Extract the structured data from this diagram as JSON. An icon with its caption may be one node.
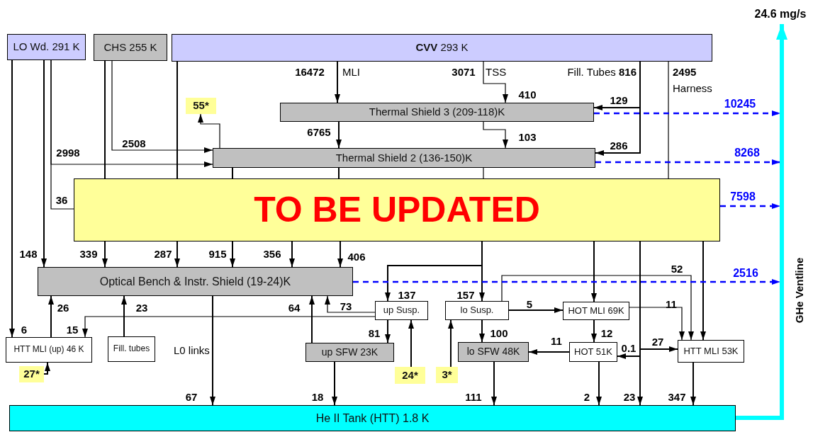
{
  "diagram": {
    "nodes": [
      {
        "text": [
          "LO Wd. 291 K"
        ]
      },
      {
        "text": [
          "CHS 255 K"
        ]
      },
      {
        "text": [
          "**CVV** 293 K"
        ]
      },
      {
        "text": [
          "Thermal Shield 3 (209-118)K"
        ]
      },
      {
        "text": [
          "Thermal Shield 2 (136-150)K"
        ]
      },
      {
        "text": [
          "TO BE UPDATED"
        ]
      },
      {
        "text": [
          "Optical Bench & Instr. Shield (19-24)K"
        ]
      },
      {
        "text": [
          "HTT MLI (up) 46 K"
        ]
      },
      {
        "text": [
          "Fill. tubes"
        ]
      },
      {
        "text": [
          "up SFW 23K"
        ]
      },
      {
        "text": [
          "up Susp."
        ]
      },
      {
        "text": [
          "lo Susp."
        ]
      },
      {
        "text": [
          "lo SFW 48K"
        ]
      },
      {
        "text": [
          "HOT MLI 69K"
        ]
      },
      {
        "text": [
          "HOT 51K"
        ]
      },
      {
        "text": [
          "HTT MLI 53K"
        ]
      },
      {
        "text": [
          "He II Tank (HTT) 1.8 K"
        ]
      },
      {
        "text": [
          "55*"
        ]
      },
      {
        "text": [
          "27*"
        ]
      },
      {
        "text": [
          "24*"
        ]
      },
      {
        "text": [
          "3*"
        ]
      },
      {
        "text": [
          "24.6 mg/s"
        ]
      }
    ],
    "edges": [
      {
        "from": 2,
        "to": 3,
        "arrow": "to",
        "label": "16472"
      },
      {
        "from": 2,
        "to": 3,
        "arrow": "to",
        "label": "410"
      },
      {
        "from": 3,
        "to": 4,
        "arrow": "to",
        "label": "6765"
      },
      {
        "from": 3,
        "to": 4,
        "arrow": "to",
        "label": "103"
      },
      {
        "from": 2,
        "to": 3,
        "arrow": "to",
        "label": "129"
      },
      {
        "from": 2,
        "to": 4,
        "arrow": "to",
        "label": "286"
      },
      {
        "from": 0,
        "to": 4,
        "arrow": "to",
        "label": "2998"
      },
      {
        "from": 1,
        "to": 4,
        "arrow": "to",
        "label": "2508"
      },
      {
        "from": 4,
        "to": 17,
        "arrow": "to"
      },
      {
        "from": 0,
        "to": 5,
        "arrow": "none",
        "label": "36"
      },
      {
        "from": 1,
        "to": 5,
        "arrow": "none"
      },
      {
        "from": 2,
        "to": 5,
        "arrow": "none"
      },
      {
        "from": 4,
        "to": 5,
        "arrow": "none"
      },
      {
        "from": 4,
        "to": 5,
        "arrow": "none"
      },
      {
        "from": 4,
        "to": 5,
        "arrow": "none"
      },
      {
        "from": 2,
        "to": 5,
        "arrow": "none"
      },
      {
        "from": 0,
        "to": 7,
        "arrow": "to",
        "label": "6"
      },
      {
        "from": 0,
        "to": 6,
        "arrow": "to",
        "label": "148"
      },
      {
        "from": 5,
        "to": 6,
        "arrow": "to",
        "label": "339"
      },
      {
        "from": 5,
        "to": 6,
        "arrow": "to",
        "label": "287"
      },
      {
        "from": 5,
        "to": 6,
        "arrow": "to",
        "label": "915"
      },
      {
        "from": 5,
        "to": 6,
        "arrow": "to",
        "label": "356"
      },
      {
        "from": 5,
        "to": 6,
        "arrow": "to",
        "label": "406"
      },
      {
        "from": 5,
        "to": 10,
        "arrow": "to",
        "label": "137"
      },
      {
        "from": 5,
        "to": 11,
        "arrow": "to",
        "label": "157"
      },
      {
        "from": 5,
        "to": 13,
        "arrow": "to"
      },
      {
        "from": 5,
        "to": 14,
        "arrow": "to",
        "label": "0.1"
      },
      {
        "from": 5,
        "to": 15,
        "arrow": "to",
        "label": "27"
      },
      {
        "from": 5,
        "to": 16,
        "arrow": "to",
        "label": "23"
      },
      {
        "from": 5,
        "to": 15,
        "arrow": "to"
      },
      {
        "from": 7,
        "to": 6,
        "arrow": "to",
        "label": "26"
      },
      {
        "from": 8,
        "to": 6,
        "arrow": "to",
        "label": "23"
      },
      {
        "from": 6,
        "to": 16,
        "arrow": "to",
        "label": "67"
      },
      {
        "from": 10,
        "to": 7,
        "arrow": "to",
        "label": "15"
      },
      {
        "from": 10,
        "to": 6,
        "arrow": "to",
        "label": "73"
      },
      {
        "from": 9,
        "to": 6,
        "arrow": "to",
        "label": "64"
      },
      {
        "from": 9,
        "to": 16,
        "arrow": "to",
        "label": "18"
      },
      {
        "from": 10,
        "to": 9,
        "arrow": "to",
        "label": "81"
      },
      {
        "from": 19,
        "to": 10,
        "arrow": "to"
      },
      {
        "from": 20,
        "to": 11,
        "arrow": "to"
      },
      {
        "from": 18,
        "to": 7,
        "arrow": "to"
      },
      {
        "from": 11,
        "to": 12,
        "arrow": "to",
        "label": "100"
      },
      {
        "from": 11,
        "to": 13,
        "arrow": "to",
        "label": "5"
      },
      {
        "from": 11,
        "to": 15,
        "arrow": "to",
        "label": "52"
      },
      {
        "from": 13,
        "to": 14,
        "arrow": "to",
        "label": "12"
      },
      {
        "from": 13,
        "to": 15,
        "arrow": "to",
        "label": "11"
      },
      {
        "from": 14,
        "to": 12,
        "arrow": "to",
        "label": "11"
      },
      {
        "from": 12,
        "to": 16,
        "arrow": "to",
        "label": "111"
      },
      {
        "from": 14,
        "to": 16,
        "arrow": "to",
        "label": "2"
      },
      {
        "from": 15,
        "to": 16,
        "arrow": "to",
        "label": "347"
      },
      {
        "from": 3,
        "to": null,
        "arrow": "to",
        "label": "10245",
        "style": "dashed",
        "color": "#0000ff"
      },
      {
        "from": 4,
        "to": null,
        "arrow": "to",
        "label": "8268",
        "style": "dashed",
        "color": "#0000ff"
      },
      {
        "from": 5,
        "to": null,
        "arrow": "to",
        "label": "7598",
        "style": "dashed",
        "color": "#0000ff"
      },
      {
        "from": 6,
        "to": null,
        "arrow": "to",
        "label": "2516",
        "style": "dashed",
        "color": "#0000ff"
      },
      {
        "from": 16,
        "to": 21,
        "arrow": "to",
        "style": "thick",
        "color": "#00ffff"
      }
    ],
    "labels": [
      "MLI",
      "3071",
      "TSS",
      "Fill. Tubes **816**",
      "2495",
      "Harness",
      "GHe Ventline",
      "L0 links"
    ]
  }
}
